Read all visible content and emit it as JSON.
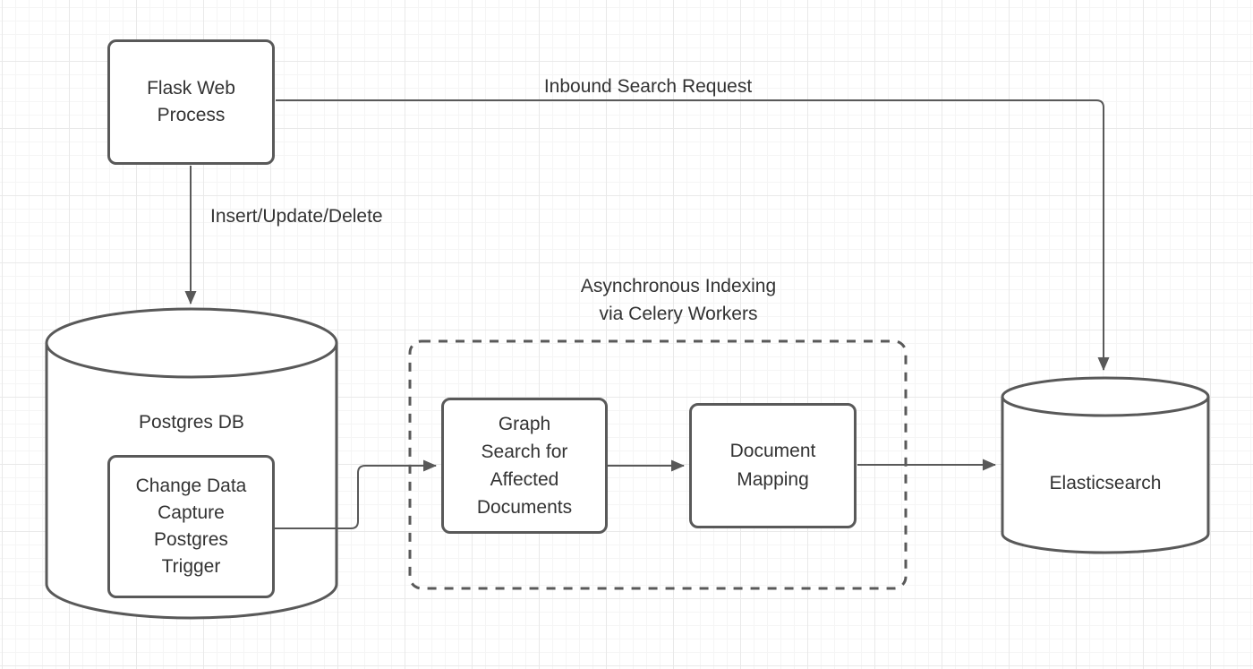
{
  "diagram": {
    "type": "flowchart",
    "nodes": {
      "flask": {
        "label_lines": [
          "Flask Web",
          "Process"
        ]
      },
      "postgres": {
        "label": "Postgres DB"
      },
      "cdc": {
        "label_lines": [
          "Change Data",
          "Capture",
          "Postgres",
          "Trigger"
        ]
      },
      "celery_group": {
        "title_lines": [
          "Asynchronous Indexing",
          "via Celery Workers"
        ]
      },
      "graph_search": {
        "label_lines": [
          "Graph",
          "Search for",
          "Affected",
          "Documents"
        ]
      },
      "doc_mapping": {
        "label_lines": [
          "Document",
          "Mapping"
        ]
      },
      "elasticsearch": {
        "label": "Elasticsearch"
      }
    },
    "edges": {
      "inbound_search": {
        "label": "Inbound Search Request",
        "from": "Flask Web Process",
        "to": "Elasticsearch"
      },
      "insert_update_delete": {
        "label": "Insert/Update/Delete",
        "from": "Flask Web Process",
        "to": "Postgres DB"
      },
      "cdc_to_graph_search": {
        "label": "",
        "from": "Change Data Capture Postgres Trigger",
        "to": "Graph Search for Affected Documents"
      },
      "graph_search_to_doc_mapping": {
        "label": "",
        "from": "Graph Search for Affected Documents",
        "to": "Document Mapping"
      },
      "doc_mapping_to_elasticsearch": {
        "label": "",
        "from": "Document Mapping",
        "to": "Elasticsearch"
      }
    },
    "colors": {
      "stroke": "#595959",
      "text": "#333333",
      "shape_fill": "#ffffff",
      "grid_minor": "#f5f5f5",
      "grid_major": "#e9e9e9"
    }
  }
}
